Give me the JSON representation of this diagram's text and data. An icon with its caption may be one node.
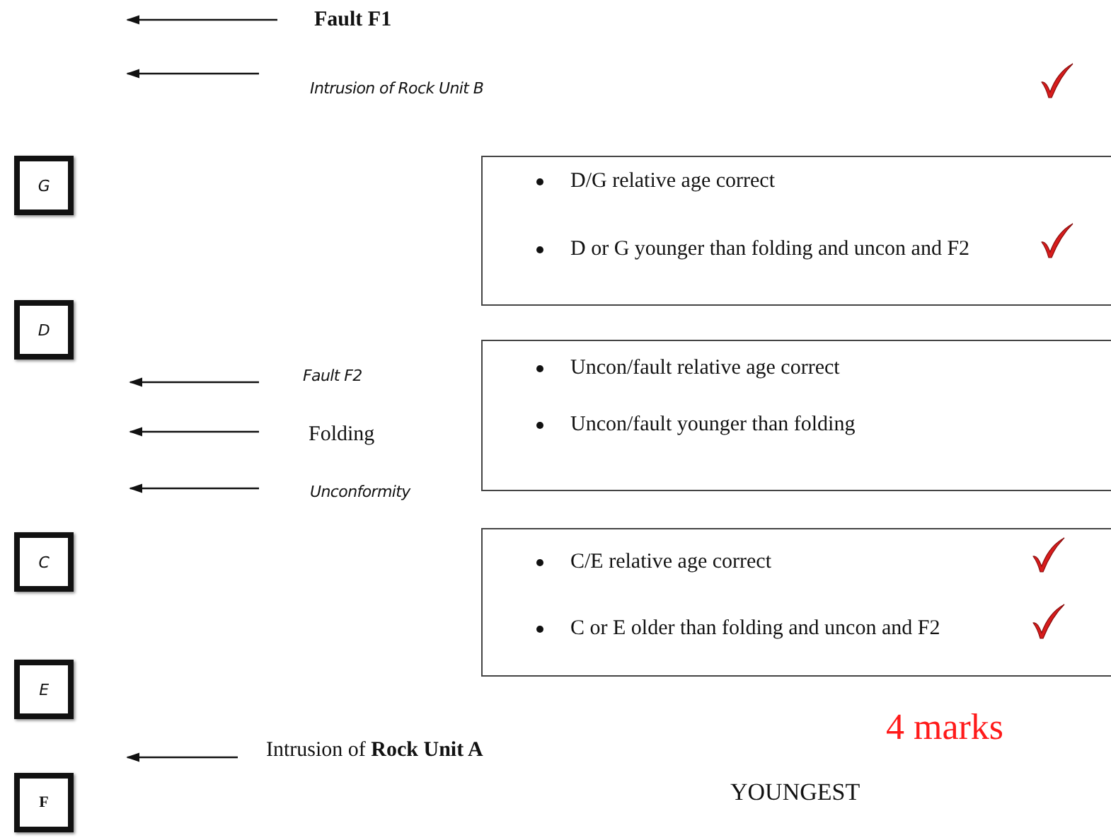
{
  "diagram": {
    "nodes": [
      {
        "text": [
          "Fault F1"
        ]
      },
      {
        "text": [
          "Intrusion of Rock Unit B"
        ]
      },
      {
        "text": [
          "G"
        ]
      },
      {
        "text": [
          "D/G relative age correct",
          "D or G younger than folding and uncon and F2"
        ]
      },
      {
        "text": [
          "D"
        ]
      },
      {
        "text": [
          "Fault F2"
        ]
      },
      {
        "text": [
          "Uncon/fault relative age correct",
          "Uncon/fault younger than folding"
        ]
      },
      {
        "text": [
          "Folding"
        ]
      },
      {
        "text": [
          "Unconformity"
        ]
      },
      {
        "text": [
          "C"
        ]
      },
      {
        "text": [
          "C/E relative age correct",
          "C or E older than folding and uncon and F2"
        ]
      },
      {
        "text": [
          "E"
        ]
      },
      {
        "text": [
          "Intrusion of **Rock Unit A**"
        ]
      },
      {
        "text": [
          "F"
        ]
      }
    ],
    "edges": [
      {
        "from": 0,
        "to": null,
        "arrow": "to"
      },
      {
        "from": 1,
        "to": null,
        "arrow": "to"
      },
      {
        "from": 5,
        "to": null,
        "arrow": "to"
      },
      {
        "from": 7,
        "to": null,
        "arrow": "to"
      },
      {
        "from": 8,
        "to": null,
        "arrow": "to"
      },
      {
        "from": 12,
        "to": null,
        "arrow": "to"
      }
    ],
    "labels": [
      "4 marks",
      "YOUNGEST"
    ]
  }
}
